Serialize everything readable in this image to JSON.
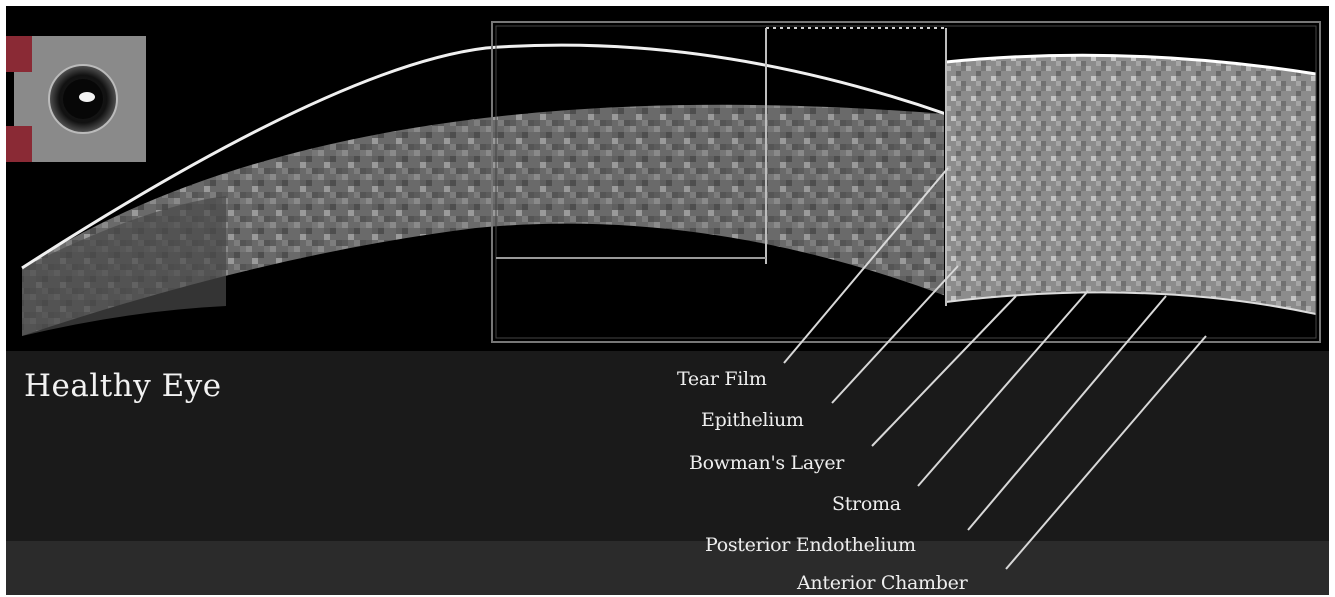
{
  "title": "Healthy Eye",
  "labels": {
    "tear_film": "Tear Film",
    "epithelium": "Epithelium",
    "bowmans_layer": "Bowman's Layer",
    "stroma": "Stroma",
    "posterior_endothelium": "Posterior Endothelium",
    "anterior_chamber": "Anterior Chamber"
  },
  "colors": {
    "background": "#1a1a1a",
    "scan_background": "#000000",
    "tissue": "#6e6e6e",
    "surface_highlight": "#f0f0f0",
    "label_text": "#eeeeee",
    "marker_red": "#8a2a35"
  }
}
